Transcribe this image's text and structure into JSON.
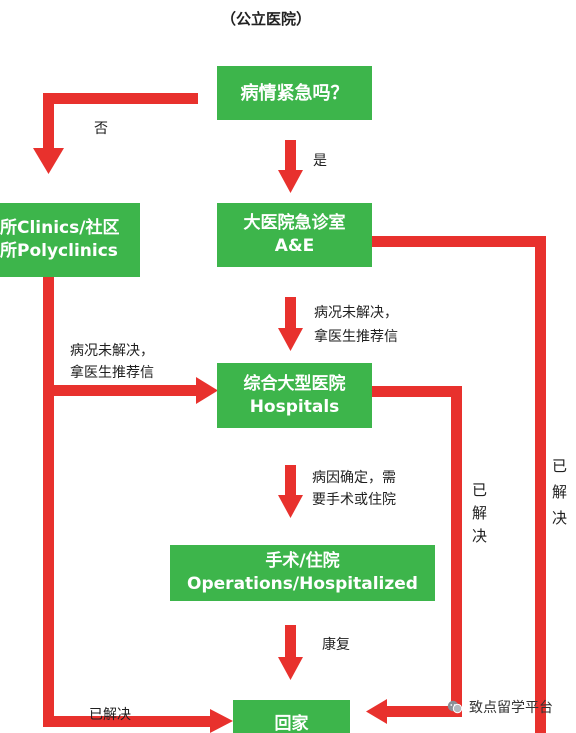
{
  "title": "（公立医院）",
  "nodes": {
    "urgent_check": {
      "line1": "病情紧急吗？"
    },
    "clinic": {
      "line1": "所Clinics/社区",
      "line2": "所Polyclinics"
    },
    "emergency": {
      "line1": "大医院急诊室",
      "line2": "A&E"
    },
    "hospital": {
      "line1": "综合大型医院",
      "line2": "Hospitals"
    },
    "surgery": {
      "line1": "手术/住院",
      "line2": "Operations/Hospitalized"
    },
    "home": {
      "line1": "回家"
    }
  },
  "edges": {
    "urgent_no": "否",
    "urgent_yes": "是",
    "emergency_to_hospital": {
      "line1": "病况未解决，",
      "line2": "拿医生推荐信"
    },
    "clinic_to_hospital": {
      "line1": "病况未解决，",
      "line2": "拿医生推荐信"
    },
    "hospital_to_surgery": {
      "line1": "病因确定，需",
      "line2": "要手术或住院"
    },
    "surgery_to_home": "康复",
    "clinic_resolved": "已解决",
    "hospital_resolved": "已解决",
    "emergency_resolved": "已解决"
  },
  "watermark": {
    "text": "致点留学平台",
    "icon": "wechat-icon"
  },
  "colors": {
    "node_fill": "#3db54b",
    "arrow": "#e8312d",
    "node_text": "#ffffff",
    "label_text": "#1f1f1f"
  }
}
